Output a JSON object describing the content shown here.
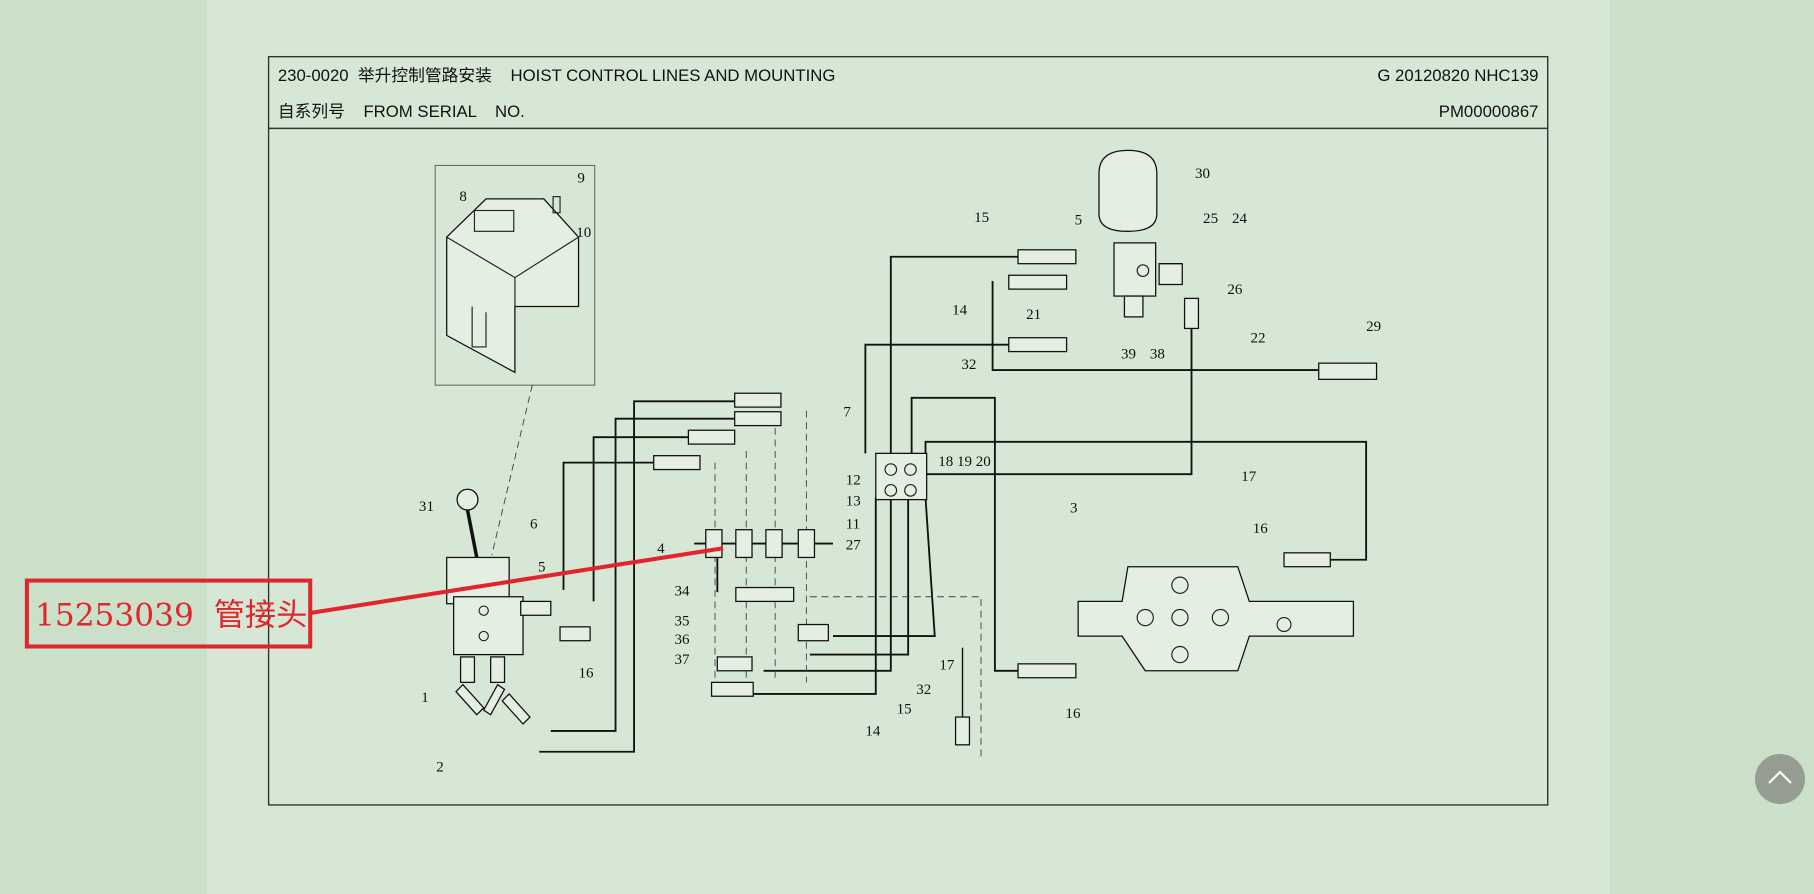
{
  "header": {
    "title_line": "230-0020  举升控制管路安装    HOIST CONTROL LINES AND MOUNTING",
    "drawing_ref": "G 20120820 NHC139",
    "serial_label": "自系列号    FROM SERIAL    NO.",
    "serial_number": "PM00000867"
  },
  "annotation": {
    "label": "15253039  管接头",
    "color": "#e0262c"
  },
  "diagram": {
    "callouts": [
      "8",
      "9",
      "10",
      "31",
      "6",
      "4",
      "5",
      "16",
      "1",
      "2",
      "7",
      "12",
      "13",
      "11",
      "27",
      "34",
      "35",
      "36",
      "37",
      "14",
      "15",
      "32",
      "17",
      "18 19 20",
      "3",
      "17",
      "16",
      "16",
      "15",
      "14",
      "32",
      "5",
      "30",
      "25",
      "24",
      "26",
      "21",
      "38",
      "39",
      "22",
      "29"
    ]
  },
  "scroll_top": {
    "icon": "chevron-up-icon"
  }
}
